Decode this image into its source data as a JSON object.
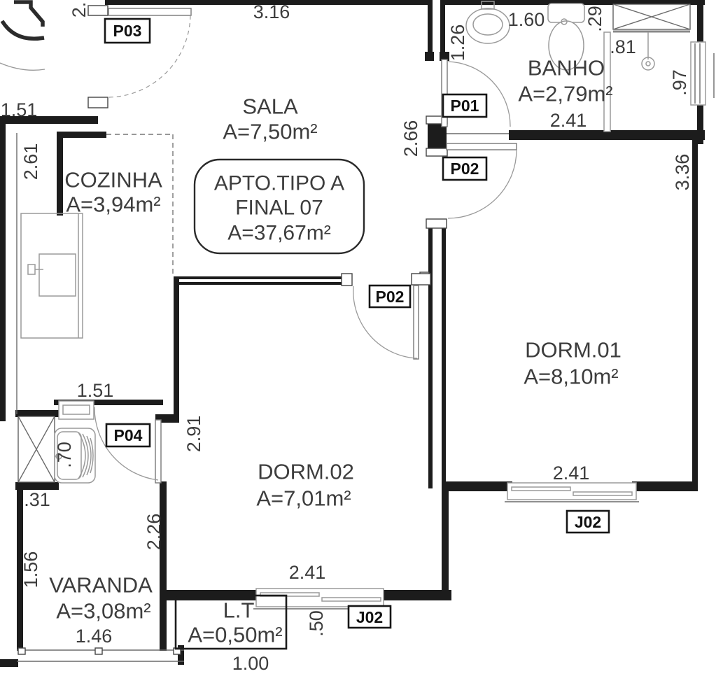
{
  "colors": {
    "wall": "#1c1c1c",
    "thin_line": "#6b6b6b",
    "fixture_line": "#9a9a9a",
    "text": "#3d3d3d",
    "label_box_border": "#161616",
    "background": "#ffffff"
  },
  "apto_box": {
    "line1": "APTO.TIPO  A",
    "line2": "FINAL  07",
    "line3": "A=37,67m²"
  },
  "rooms": {
    "sala": {
      "name": "SALA",
      "area": "A=7,50m²"
    },
    "cozinha": {
      "name": "COZINHA",
      "area": "A=3,94m²"
    },
    "banho": {
      "name": "BANHO",
      "area": "A=2,79m²"
    },
    "dorm01": {
      "name": "DORM.01",
      "area": "A=8,10m²"
    },
    "dorm02": {
      "name": "DORM.02",
      "area": "A=7,01m²"
    },
    "varanda": {
      "name": "VARANDA",
      "area": "A=3,08m²"
    },
    "lt": {
      "name": "L.T",
      "area": "A=0,50m²"
    }
  },
  "doors": {
    "p03": "P03",
    "p01": "P01",
    "p02_hall": "P02",
    "p02_dorm02": "P02",
    "p04": "P04"
  },
  "windows": {
    "j02_dorm01": "J02",
    "j02_dorm02": "J02"
  },
  "dims": {
    "top_left_cut": "2.",
    "sala_top": "3.16",
    "hall_top": "1.51",
    "cozinha_height": "2.61",
    "banho_entry": "1.26",
    "banho_sink": "1.60",
    "toilet_side": ".29",
    "shower_width": ".81",
    "shower_window": ".97",
    "banho_width": "2.41",
    "hall_height": "2.66",
    "dorm01_height": "3.36",
    "dorm01_window": "2.41",
    "laundry_top": "1.51",
    "tank_width": ".70",
    "shaft_width": ".31",
    "dorm02_height": "2.91",
    "varanda_right": "2.26",
    "varanda_left": "1.56",
    "varanda_width": "1.46",
    "dorm02_window": "2.41",
    "lt_height": ".50",
    "lt_width": "1.00"
  },
  "icons": [
    "wheelchair-icon",
    "sink-icon",
    "toilet-icon",
    "shower-icon",
    "kitchen-sink-icon",
    "laundry-tank-icon",
    "duct-hatch-icon"
  ]
}
